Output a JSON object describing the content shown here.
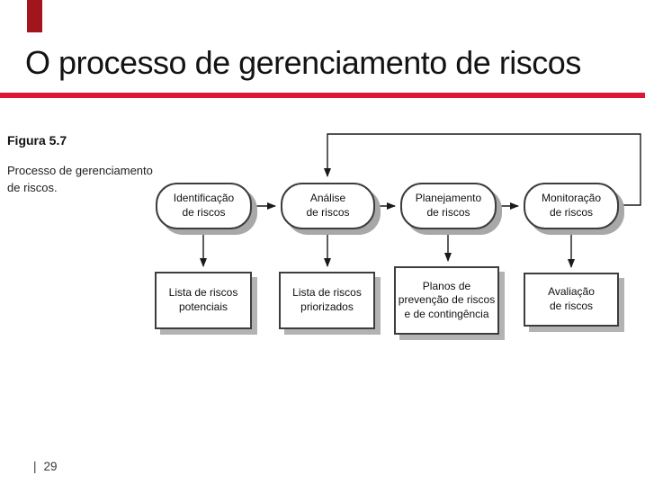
{
  "slide": {
    "title": "O processo de gerenciamento de riscos",
    "footer": {
      "separator": "|",
      "page_number": "29"
    },
    "colors": {
      "accent_rule": "#de1537",
      "corner_bar": "#a3151d",
      "node_border": "#3d3d3d",
      "node_shadow": "#a8a8a8"
    }
  },
  "figure": {
    "label": "Figura 5.7",
    "caption": "Processo de gerenciamento\nde riscos."
  },
  "flowchart": {
    "process_row": [
      {
        "id": "identificacao",
        "label": "Identificação\nde riscos"
      },
      {
        "id": "analise",
        "label": "Análise\nde riscos"
      },
      {
        "id": "planejamento",
        "label": "Planejamento\nde riscos"
      },
      {
        "id": "monitoracao",
        "label": "Monitoração\nde riscos"
      }
    ],
    "output_row": [
      {
        "id": "lista-potenciais",
        "label": "Lista de riscos\npotenciais"
      },
      {
        "id": "lista-priorizados",
        "label": "Lista de riscos\npriorizados"
      },
      {
        "id": "planos-prevencao",
        "label": "Planos de\nprevenção de riscos\ne de contingência"
      },
      {
        "id": "avaliacao",
        "label": "Avaliação\nde riscos"
      }
    ],
    "edges": [
      {
        "from": "identificacao",
        "to": "analise",
        "type": "flow"
      },
      {
        "from": "analise",
        "to": "planejamento",
        "type": "flow"
      },
      {
        "from": "planejamento",
        "to": "monitoracao",
        "type": "flow"
      },
      {
        "from": "identificacao",
        "to": "lista-potenciais",
        "type": "output"
      },
      {
        "from": "analise",
        "to": "lista-priorizados",
        "type": "output"
      },
      {
        "from": "planejamento",
        "to": "planos-prevencao",
        "type": "output"
      },
      {
        "from": "monitoracao",
        "to": "avaliacao",
        "type": "output"
      },
      {
        "from": "monitoracao",
        "to": "analise",
        "type": "feedback"
      }
    ]
  }
}
